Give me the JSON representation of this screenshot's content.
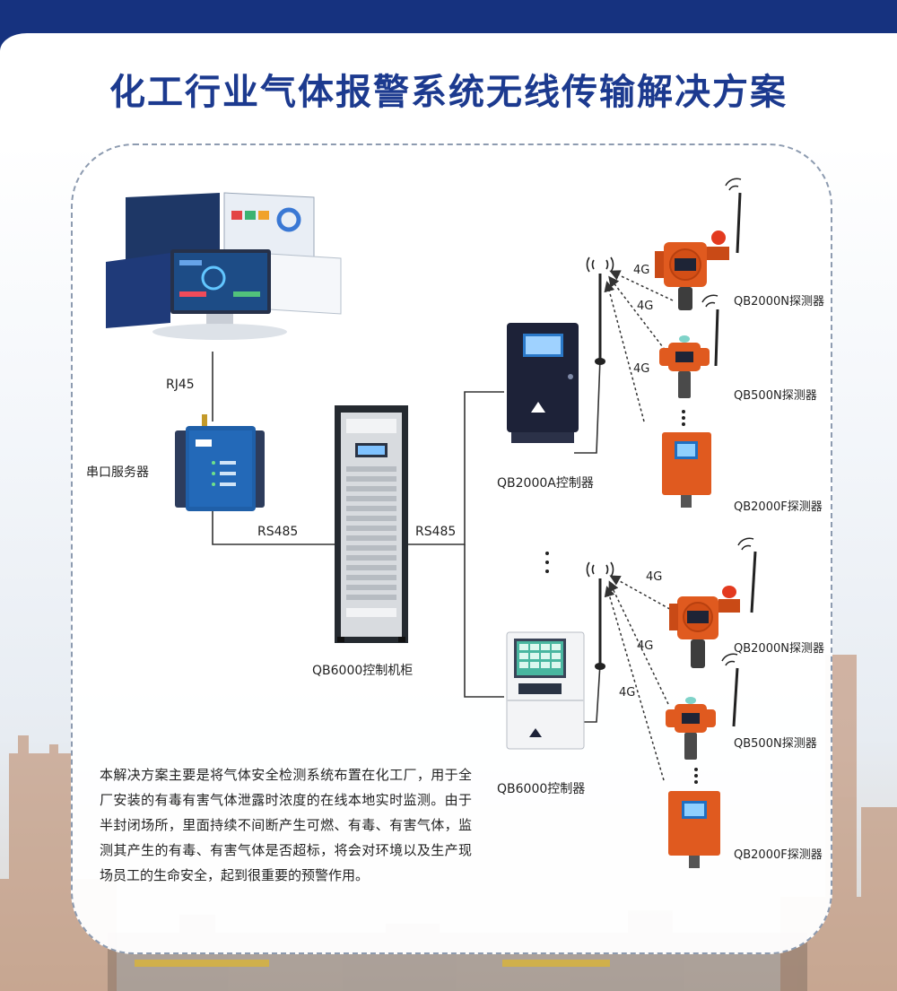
{
  "title": "化工行业气体报警系统无线传输解决方案",
  "labels": {
    "rj45": "RJ45",
    "serial_server": "串口服务器",
    "rs485_left": "RS485",
    "rs485_right": "RS485",
    "cabinet": "QB6000控制机柜",
    "controller_a": "QB2000A控制器",
    "controller_b": "QB6000控制器",
    "signal_4g": "4G",
    "detector_top_1": "QB2000N探测器",
    "detector_top_2": "QB500N探测器",
    "detector_top_3": "QB2000F探测器",
    "detector_bottom_1": "QB2000N探测器",
    "detector_bottom_2": "QB500N探测器",
    "detector_bottom_3": "QB2000F探测器"
  },
  "description": "本解决方案主要是将气体安全检测系统布置在化工厂，用于全厂安装的有毒有害气体泄露时浓度的在线本地实时监测。由于半封闭场所，里面持续不间断产生可燃、有毒、有害气体，监测其产生的有毒、有害气体是否超标，将会对环境以及生产现场员工的生命安全，起到很重要的预警作用。",
  "colors": {
    "brand_blue": "#16327f",
    "title_blue": "#1c3a8f",
    "detector_orange": "#e05a1f",
    "controller_dark": "#1d2238",
    "line": "#333333"
  }
}
